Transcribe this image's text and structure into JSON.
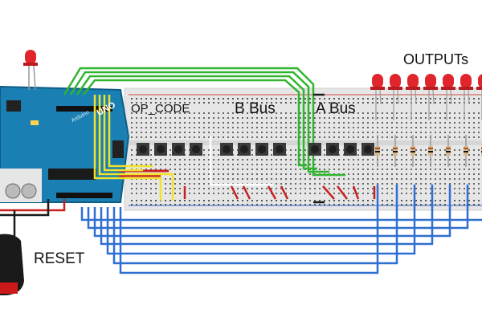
{
  "labels": {
    "op_code": "OP_CODE",
    "b_bus": "B Bus",
    "a_bus": "A Bus",
    "outputs": "OUTPUTs",
    "reset": "RESET"
  },
  "board": {
    "brand": "Arduino",
    "model": "UNO"
  },
  "colors": {
    "board": "#1a7fb3",
    "breadboard": "#e8e8e8",
    "wire_green": "#2fb52f",
    "wire_blue": "#2f6fd1",
    "wire_yellow": "#f2e32a",
    "wire_red": "#c82020",
    "wire_black": "#1a1a1a",
    "led": "#e0262c",
    "button_reset": "#cc1a1a"
  },
  "groups": {
    "op_code_buttons": 4,
    "b_bus_buttons": 4,
    "a_bus_buttons": 4,
    "output_leds": 7
  }
}
